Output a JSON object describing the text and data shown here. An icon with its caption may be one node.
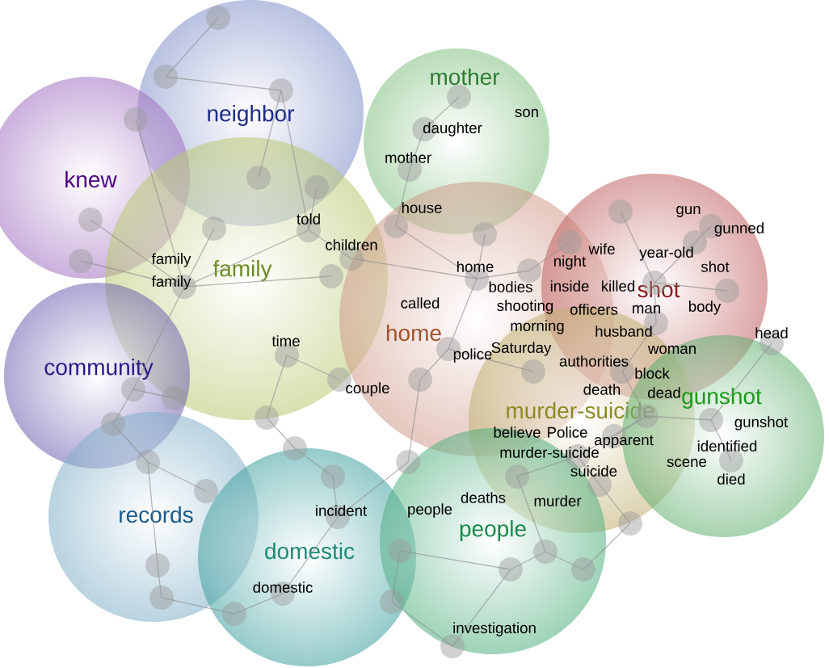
{
  "diagram": {
    "nodes": [
      {
        "text": [
          "neighbor"
        ]
      },
      {
        "text": [
          "knew"
        ]
      },
      {
        "text": [
          "family"
        ]
      },
      {
        "text": [
          "community"
        ]
      },
      {
        "text": [
          "mother"
        ]
      },
      {
        "text": [
          "home"
        ]
      },
      {
        "text": [
          "shot"
        ]
      },
      {
        "text": [
          "murder-suicide"
        ]
      },
      {
        "text": [
          "gunshot"
        ]
      },
      {
        "text": [
          "records"
        ]
      },
      {
        "text": [
          "domestic"
        ]
      },
      {
        "text": [
          "people"
        ]
      }
    ],
    "labels": [
      "son",
      "daughter",
      "mother",
      "house",
      "gun",
      "gunned",
      "told",
      "children",
      "family",
      "home",
      "night",
      "wife",
      "year-old",
      "shot",
      "family",
      "bodies",
      "inside",
      "killed",
      "called",
      "shooting",
      "officers",
      "man",
      "body",
      "time",
      "morning",
      "husband",
      "head",
      "Saturday",
      "authorities",
      "woman",
      "police",
      "block",
      "couple",
      "death",
      "dead",
      "gunshot",
      "believe",
      "Police",
      "apparent",
      "identified",
      "murder-suicide",
      "scene",
      "suicide",
      "died",
      "deaths",
      "murder",
      "incident",
      "people",
      "domestic",
      "investigation"
    ]
  }
}
